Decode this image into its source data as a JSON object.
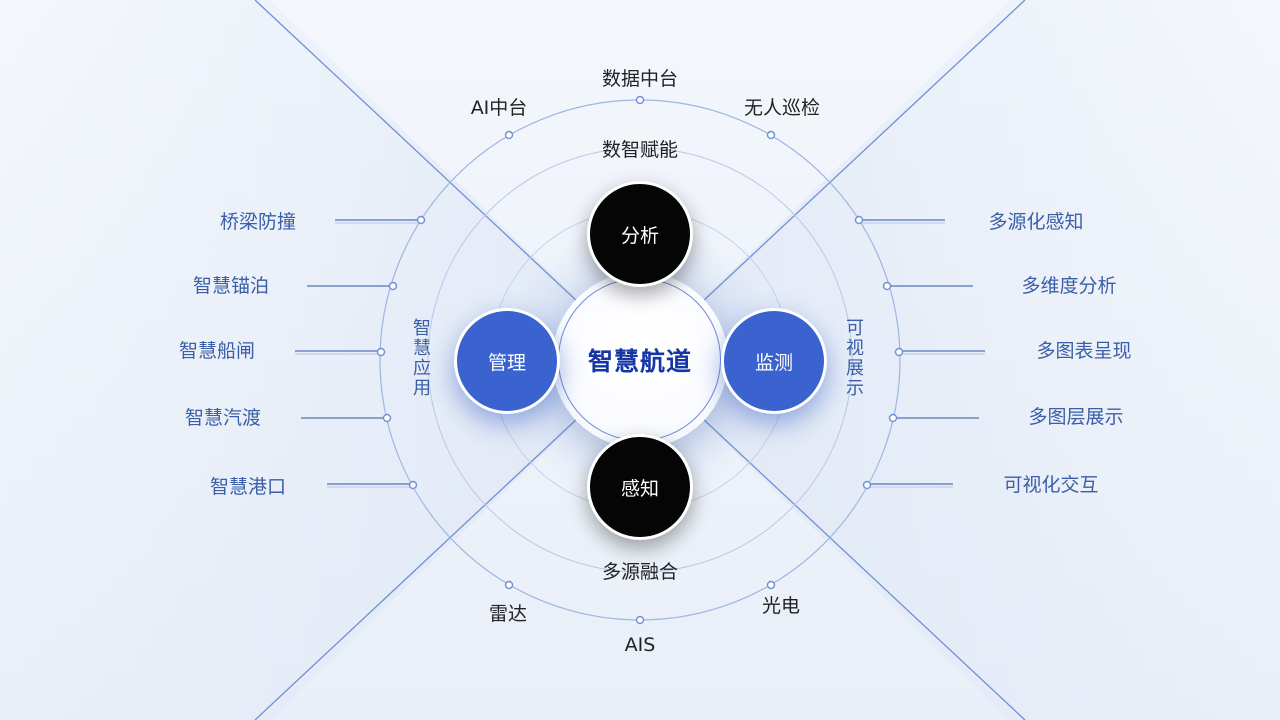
{
  "center": {
    "label": "智慧航道"
  },
  "nodes": {
    "top": "分析",
    "bottom": "感知",
    "left": "管理",
    "right": "监测"
  },
  "captions": {
    "top": "数智赋能",
    "bottom": "多源融合",
    "left": "智慧应用",
    "right": "可视展示"
  },
  "ring_labels": {
    "top": "数据中台",
    "top_left": "AI中台",
    "top_right": "无人巡检",
    "bottom": "AIS",
    "bottom_left": "雷达",
    "bottom_right": "光电"
  },
  "left_items": [
    "桥梁防撞",
    "智慧锚泊",
    "智慧船闸",
    "智慧汽渡",
    "智慧港口"
  ],
  "right_items": [
    "多源化感知",
    "多维度分析",
    "多图表呈现",
    "多图层展示",
    "可视化交互"
  ],
  "colors": {
    "accent_blue": "#3a63d0",
    "title_blue": "#1636a6",
    "label_blue": "#3a5ea8",
    "node_black": "#050505",
    "line_blue": "#8aa6dc"
  }
}
